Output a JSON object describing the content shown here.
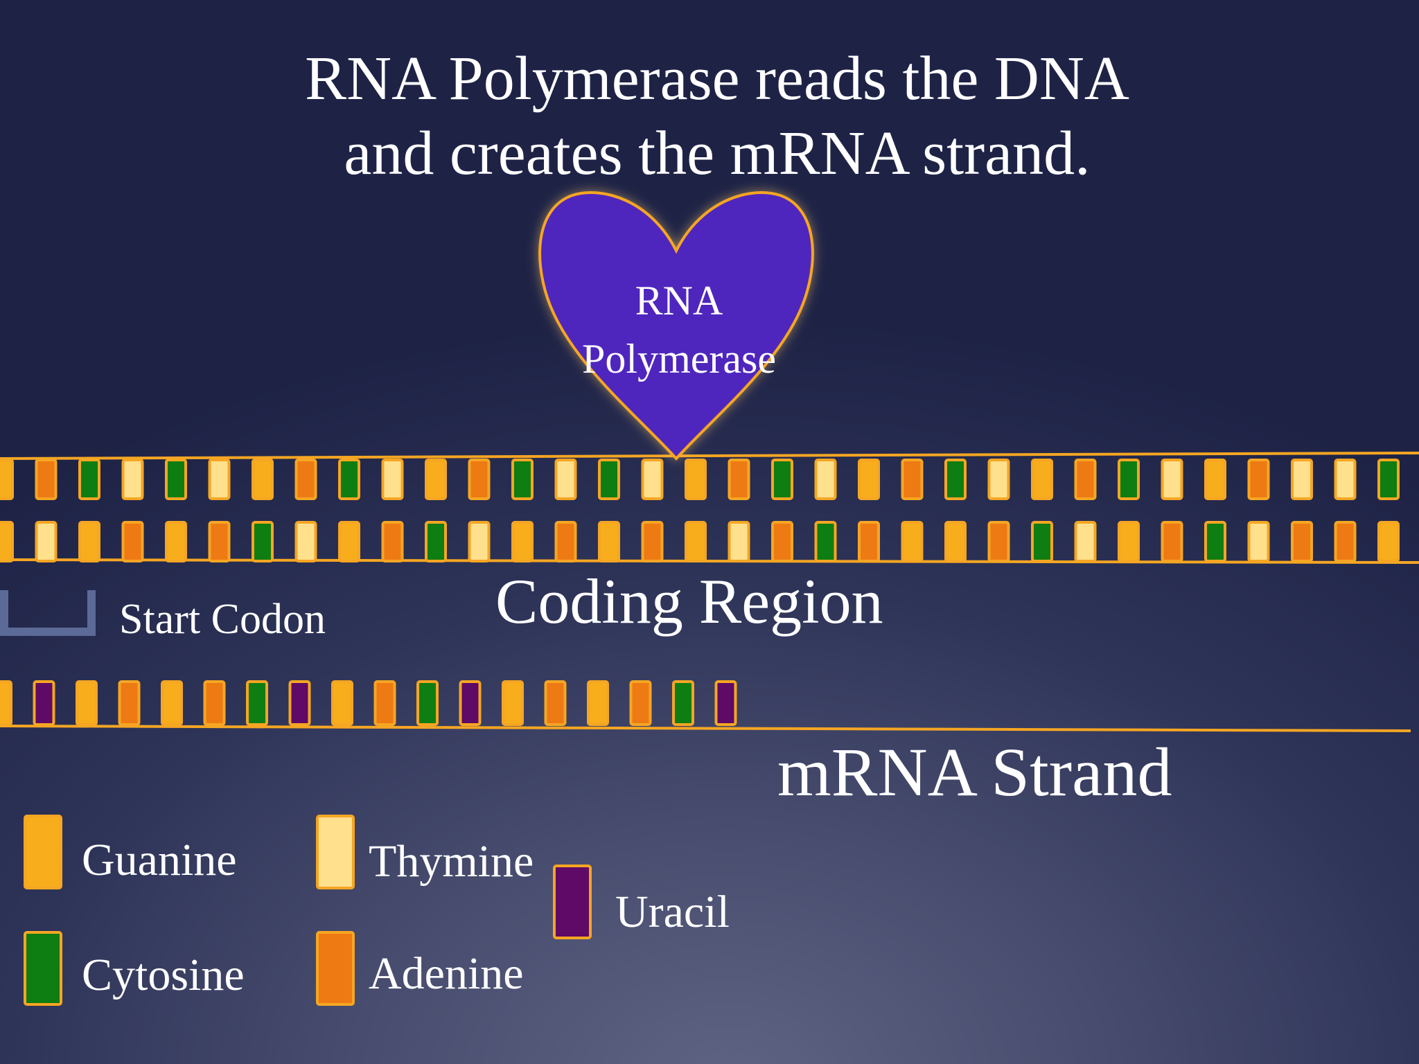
{
  "title": {
    "line1": "RNA Polymerase reads the DNA",
    "line2": "and creates the mRNA strand."
  },
  "enzyme": {
    "label_line1": "RNA",
    "label_line2": "Polymerase",
    "fill": "#4f25bd",
    "outline": "#f5a623"
  },
  "labels": {
    "start_codon": "Start Codon",
    "coding_region": "Coding Region",
    "mrna_strand": "mRNA Strand"
  },
  "colors": {
    "G": "#f7ad1c",
    "T": "#ffe08d",
    "C": "#0e7d12",
    "A": "#ee7a14",
    "U": "#5e0a66",
    "strand_line": "#f5a623",
    "start_bracket": "#5c6a98"
  },
  "dna_top_strand": [
    "G",
    "A",
    "C",
    "T",
    "C",
    "T",
    "G",
    "A",
    "C",
    "T",
    "G",
    "A",
    "C",
    "T",
    "C",
    "T",
    "G",
    "A",
    "C",
    "T",
    "G",
    "A",
    "C",
    "T",
    "G",
    "A",
    "C",
    "T",
    "G",
    "A",
    "T",
    "T",
    "C"
  ],
  "dna_bottom_strand": [
    "G",
    "T",
    "G",
    "A",
    "G",
    "A",
    "C",
    "T",
    "G",
    "A",
    "C",
    "T",
    "G",
    "A",
    "G",
    "A",
    "G",
    "T",
    "A",
    "C",
    "A",
    "G",
    "G",
    "A",
    "C",
    "T",
    "G",
    "A",
    "C",
    "T",
    "A",
    "A",
    "G"
  ],
  "mrna_strand": [
    "G",
    "U",
    "G",
    "A",
    "G",
    "A",
    "C",
    "U",
    "G",
    "A",
    "C",
    "U",
    "G",
    "A",
    "G",
    "A",
    "C",
    "U"
  ],
  "legend": [
    {
      "base": "G",
      "name": "Guanine"
    },
    {
      "base": "C",
      "name": "Cytosine"
    },
    {
      "base": "T",
      "name": "Thymine"
    },
    {
      "base": "A",
      "name": "Adenine"
    },
    {
      "base": "U",
      "name": "Uracil"
    }
  ]
}
